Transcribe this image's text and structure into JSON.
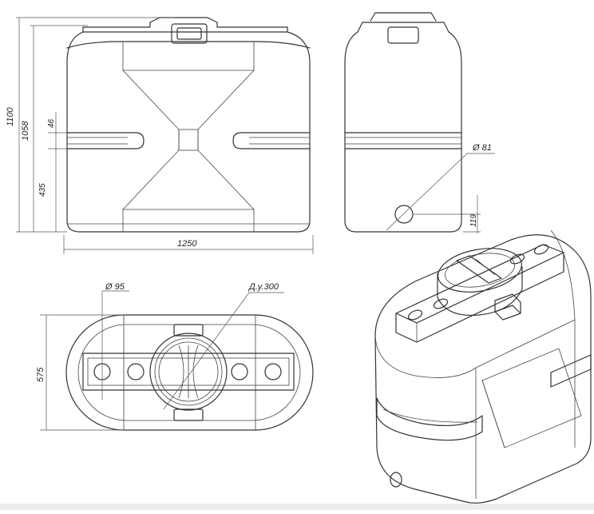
{
  "dimensions": {
    "height_total": "1100",
    "height_body": "1058",
    "groove_width": "46",
    "groove_height": "435",
    "length": "1250",
    "outlet_diameter": "Ø 81",
    "outlet_height": "119",
    "inlet_diameter": "Ø 95",
    "lid_diameter": "Д.у.300",
    "width": "575"
  },
  "colors": {
    "line": "#333333",
    "background": "#ffffff"
  }
}
